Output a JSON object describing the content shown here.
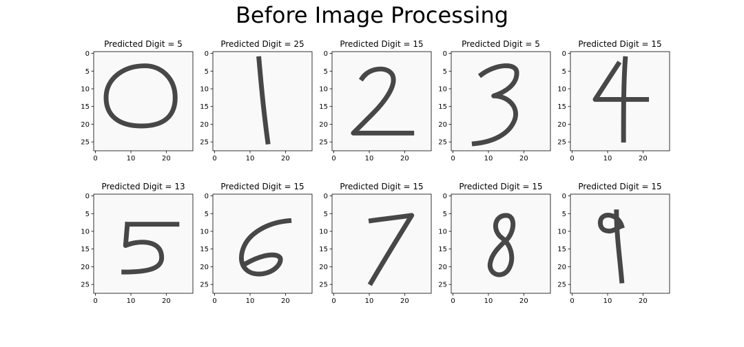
{
  "figure": {
    "title": "Before Image Processing"
  },
  "axes": {
    "ticks": [
      "0",
      "10",
      "20"
    ],
    "yticks": [
      "0",
      "5",
      "10",
      "15",
      "20",
      "25"
    ]
  },
  "panels": [
    {
      "title": "Predicted Digit = 5",
      "digit": "0"
    },
    {
      "title": "Predicted Digit = 25",
      "digit": "1"
    },
    {
      "title": "Predicted Digit = 15",
      "digit": "2"
    },
    {
      "title": "Predicted Digit = 5",
      "digit": "3"
    },
    {
      "title": "Predicted Digit = 15",
      "digit": "4"
    },
    {
      "title": "Predicted Digit = 13",
      "digit": "5"
    },
    {
      "title": "Predicted Digit = 15",
      "digit": "6"
    },
    {
      "title": "Predicted Digit = 15",
      "digit": "7"
    },
    {
      "title": "Predicted Digit = 15",
      "digit": "8"
    },
    {
      "title": "Predicted Digit = 15",
      "digit": "9"
    }
  ],
  "colors": {
    "stroke": "#2e2e2e",
    "background": "#f9f9f9",
    "axis": "#000000"
  }
}
